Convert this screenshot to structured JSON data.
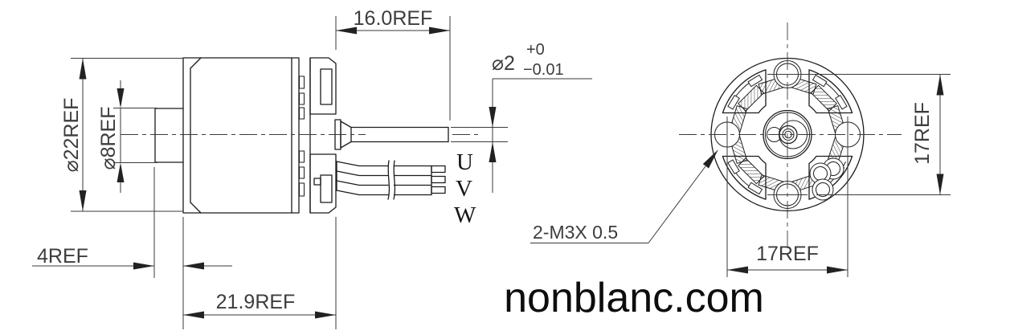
{
  "watermark": "nonblanc.com",
  "side_view": {
    "dim_shaft_length": "16.0REF",
    "dim_shaft_diameter": "⌀2",
    "dim_shaft_tol_plus": "+0",
    "dim_shaft_tol_minus": "−0.01",
    "dim_body_diameter": "⌀22REF",
    "dim_boss_diameter": "⌀8REF",
    "dim_boss_length": "4REF",
    "dim_body_length": "21.9REF",
    "wire_labels": {
      "u": "U",
      "v": "V",
      "w": "W"
    }
  },
  "front_view": {
    "dim_hole_spacing_horizontal": "17REF",
    "dim_hole_spacing_vertical": "17REF",
    "thread_callout": "2-M3X 0.5"
  },
  "colors": {
    "line": "#1b1b1b",
    "dimension": "#3a3a3a",
    "background": "#ffffff"
  }
}
